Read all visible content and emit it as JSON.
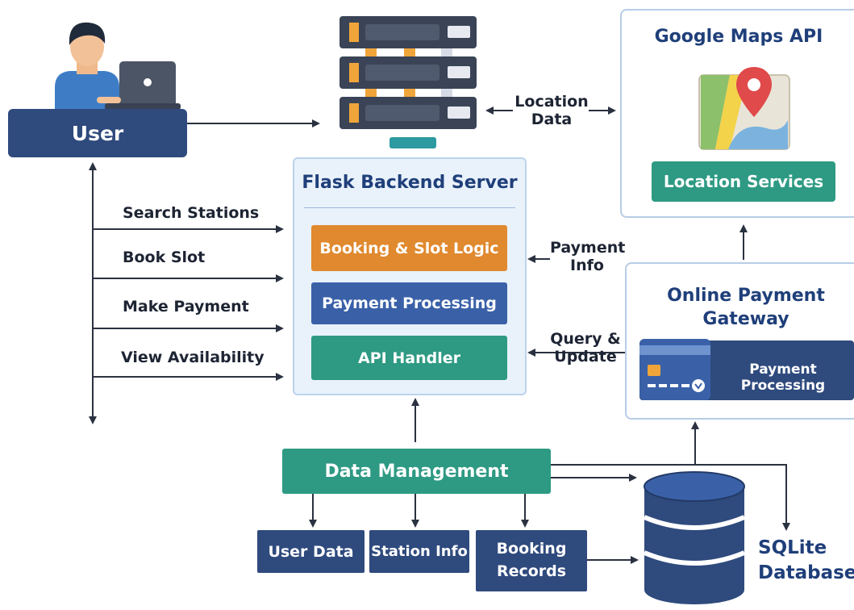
{
  "user": {
    "label": "User"
  },
  "actions": [
    "Search Stations",
    "Book Slot",
    "Make Payment",
    "View Availability"
  ],
  "backend": {
    "title": "Flask Backend Server",
    "modules": [
      "Booking & Slot Logic",
      "Payment Processing",
      "API Handler"
    ]
  },
  "location_data": {
    "line1": "Location",
    "line2": "Data"
  },
  "maps": {
    "title": "Google Maps API",
    "service": "Location Services"
  },
  "payment_info": {
    "line1": "Payment",
    "line2": "Info"
  },
  "query_update": {
    "line1": "Query &",
    "line2": "Update"
  },
  "gateway": {
    "title_line1": "Online Payment",
    "title_line2": "Gateway",
    "card_label": "Payment Processing"
  },
  "data_mgmt": {
    "title": "Data Management",
    "items": [
      "User Data",
      "Station Info",
      "Booking Records"
    ]
  },
  "database": {
    "line1": "SQLite",
    "line2": "Database"
  },
  "colors": {
    "navy": "#2f4a7d",
    "orange": "#e0892e",
    "blue": "#3a61a8",
    "teal": "#2e9a83",
    "maps_title": "#1f3f7a"
  }
}
